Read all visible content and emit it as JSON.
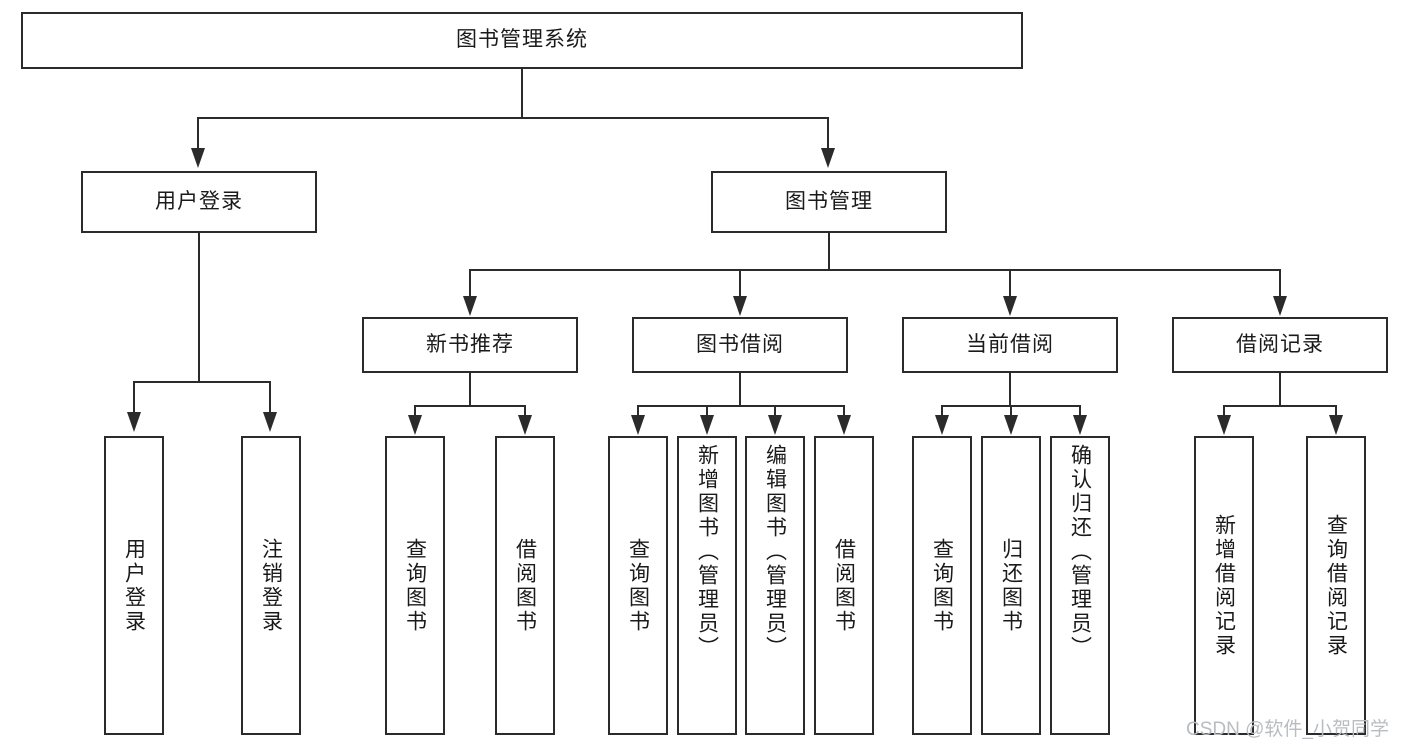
{
  "diagram": {
    "title": "图书管理系统",
    "type": "hierarchy-tree",
    "root": {
      "id": "root",
      "label": "图书管理系统",
      "level": 0
    },
    "nodes": [
      {
        "id": "root",
        "label": "图书管理系统",
        "level": 0,
        "orientation": "horizontal",
        "parent": null
      },
      {
        "id": "user-login",
        "label": "用户登录",
        "level": 1,
        "orientation": "horizontal",
        "parent": "root"
      },
      {
        "id": "book-manage",
        "label": "图书管理",
        "level": 1,
        "orientation": "horizontal",
        "parent": "root"
      },
      {
        "id": "login-do",
        "label": "用户登录",
        "level": 2,
        "orientation": "vertical",
        "parent": "user-login"
      },
      {
        "id": "logout-do",
        "label": "注销登录",
        "level": 2,
        "orientation": "vertical",
        "parent": "user-login"
      },
      {
        "id": "new-book-rec",
        "label": "新书推荐",
        "level": 2,
        "orientation": "horizontal",
        "parent": "book-manage"
      },
      {
        "id": "book-borrow",
        "label": "图书借阅",
        "level": 2,
        "orientation": "horizontal",
        "parent": "book-manage"
      },
      {
        "id": "current-borrow",
        "label": "当前借阅",
        "level": 2,
        "orientation": "horizontal",
        "parent": "book-manage"
      },
      {
        "id": "borrow-record",
        "label": "借阅记录",
        "level": 2,
        "orientation": "horizontal",
        "parent": "book-manage"
      },
      {
        "id": "rec-query",
        "label": "查询图书",
        "level": 3,
        "orientation": "vertical",
        "parent": "new-book-rec"
      },
      {
        "id": "rec-borrow",
        "label": "借阅图书",
        "level": 3,
        "orientation": "vertical",
        "parent": "new-book-rec"
      },
      {
        "id": "brw-query",
        "label": "查询图书",
        "level": 3,
        "orientation": "vertical",
        "parent": "book-borrow"
      },
      {
        "id": "brw-add",
        "label": "新增图书（管理员）",
        "level": 3,
        "orientation": "vertical",
        "parent": "book-borrow"
      },
      {
        "id": "brw-edit",
        "label": "编辑图书（管理员）",
        "level": 3,
        "orientation": "vertical",
        "parent": "book-borrow"
      },
      {
        "id": "brw-lend",
        "label": "借阅图书",
        "level": 3,
        "orientation": "vertical",
        "parent": "book-borrow"
      },
      {
        "id": "cur-query",
        "label": "查询图书",
        "level": 3,
        "orientation": "vertical",
        "parent": "current-borrow"
      },
      {
        "id": "cur-return",
        "label": "归还图书",
        "level": 3,
        "orientation": "vertical",
        "parent": "current-borrow"
      },
      {
        "id": "cur-confirm",
        "label": "确认归还（管理员）",
        "level": 3,
        "orientation": "vertical",
        "parent": "current-borrow"
      },
      {
        "id": "rec-add",
        "label": "新增借阅记录",
        "level": 3,
        "orientation": "vertical",
        "parent": "borrow-record"
      },
      {
        "id": "rec-search",
        "label": "查询借阅记录",
        "level": 3,
        "orientation": "vertical",
        "parent": "borrow-record"
      }
    ],
    "style": {
      "line_color": "#2b2b2b",
      "box_fill": "#ffffff",
      "box_border": "#2b2b2b",
      "text_color": "#1a1a1a",
      "background": "#ffffff",
      "watermark_color": "#b9bcc0"
    }
  },
  "watermark": {
    "text": "CSDN @软件_小贺同学"
  }
}
